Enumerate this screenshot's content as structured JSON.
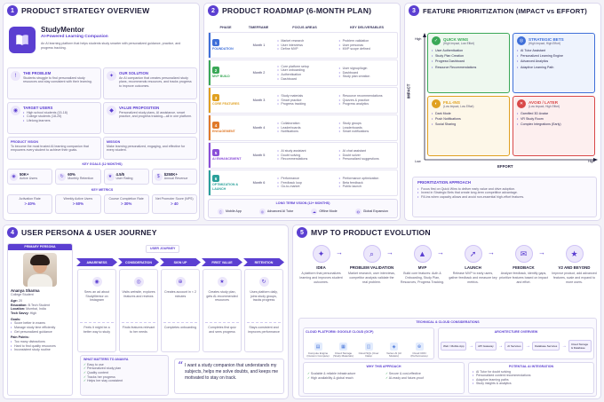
{
  "s1": {
    "num": "1",
    "title": "PRODUCT STRATEGY OVERVIEW",
    "app_name": "StudyMentor",
    "app_tagline": "AI-Powered Learning Companion",
    "app_desc": "An AI learning platform that helps students study smarter with personalized guidance, practice, and progress tracking.",
    "problem_title": "THE PROBLEM",
    "problem_text": "Students struggle to find personalized study resources and stay consistent with their learning.",
    "solution_title": "OUR SOLUTION",
    "solution_text": "An AI companion that creates personalized study plans, recommends resources, and tracks progress to improve outcomes.",
    "target_title": "TARGET USERS",
    "target_items": [
      "High school students (15-18)",
      "College students (18-25)",
      "Lifelong learners"
    ],
    "value_title": "VALUE PROPOSITION",
    "value_text": "Personalized study plans, AI assistance, smart practice, and progress tracking—all in one platform.",
    "vision_title": "PRODUCT VISION",
    "vision_text": "To become the most trusted AI learning companion that empowers every student to achieve their goals.",
    "mission_title": "MISSION",
    "mission_text": "Make learning personalized, engaging, and effective for every student.",
    "goals_title": "KEY GOALS (12 MONTHS)",
    "goals": [
      {
        "value": "50K+",
        "label": "Active Users"
      },
      {
        "value": "60%",
        "label": "Monthly Retention"
      },
      {
        "value": "4.5/5",
        "label": "User Rating"
      },
      {
        "value": "$250K+",
        "label": "Annual Revenue"
      }
    ],
    "metrics_title": "KEY METRICS",
    "metrics": [
      {
        "label": "Activation Rate",
        "value": "> 40%"
      },
      {
        "label": "Weekly Active Users",
        "value": "> 60%"
      },
      {
        "label": "Course Completion Rate",
        "value": "> 30%"
      },
      {
        "label": "Net Promoter Score (NPS)",
        "value": "> 40"
      }
    ]
  },
  "s2": {
    "num": "2",
    "title": "PRODUCT ROADMAP (6-MONTH PLAN)",
    "headers": [
      "PHASE",
      "TIMEFRAME",
      "FOCUS AREAS",
      "KEY DELIVERABLES"
    ],
    "rows": [
      {
        "n": "1",
        "phase": "FOUNDATION",
        "time": "Month 1",
        "color": "#3f6fd8",
        "focus": [
          "Market research",
          "User interviews",
          "Define MVP"
        ],
        "deliver": [
          "Problem validation",
          "User personas",
          "MVP scope defined"
        ]
      },
      {
        "n": "2",
        "phase": "MVP BUILD",
        "time": "Month 2",
        "color": "#3aa857",
        "focus": [
          "Core platform setup",
          "User onboarding",
          "Authentication",
          "Dashboard"
        ],
        "deliver": [
          "User signup/login",
          "Dashboard",
          "Study plan creation"
        ]
      },
      {
        "n": "3",
        "phase": "CORE FEATURES",
        "time": "Month 3",
        "color": "#e0a020",
        "focus": [
          "Study materials",
          "Smart practice",
          "Progress tracking"
        ],
        "deliver": [
          "Resource recommendations",
          "Quizzes & practice",
          "Progress analytics"
        ]
      },
      {
        "n": "4",
        "phase": "ENGAGEMENT",
        "time": "Month 4",
        "color": "#e07a2a",
        "focus": [
          "Collaboration",
          "Leaderboards",
          "Notifications"
        ],
        "deliver": [
          "Study groups",
          "Leaderboards",
          "Smart notifications"
        ]
      },
      {
        "n": "5",
        "phase": "AI ENHANCEMENT",
        "time": "Month 5",
        "color": "#8b4fd8",
        "focus": [
          "AI study assistant",
          "Doubt solving",
          "Recommendations"
        ],
        "deliver": [
          "AI chat assistant",
          "Doubt solver",
          "Personalized suggestions"
        ]
      },
      {
        "n": "6",
        "phase": "OPTIMIZATION & LAUNCH",
        "time": "Month 6",
        "color": "#2aa09a",
        "focus": [
          "Performance",
          "Feedback loop",
          "Go-to-market"
        ],
        "deliver": [
          "Performance optimization",
          "Beta feedback",
          "Public launch"
        ]
      }
    ],
    "vision_title": "LONG TERM VISION (12+ MONTHS)",
    "vision_items": [
      "Mobile App",
      "Advanced AI Tutor",
      "Offline Mode",
      "Global Expansion"
    ]
  },
  "s3": {
    "num": "3",
    "title": "FEATURE PRIORITIZATION (IMPACT vs EFFORT)",
    "y_label": "IMPACT",
    "x_label": "EFFORT",
    "high_y": "High",
    "low": "Low",
    "high_x": "High",
    "quadrants": [
      {
        "title": "QUICK WINS",
        "sub": "(High Impact, Low Effort)",
        "color": "#3aa857",
        "bg": "#eef8ef",
        "items": [
          "User Authentication",
          "Study Plan Creation",
          "Progress Dashboard",
          "Resource Recommendations"
        ]
      },
      {
        "title": "STRATEGIC BETS",
        "sub": "(High Impact, High Effort)",
        "color": "#3f6fd8",
        "bg": "#eef3fd",
        "items": [
          "AI Tutor Assistant",
          "Personalized Learning Engine",
          "Advanced Analytics",
          "Adaptive Learning Path"
        ]
      },
      {
        "title": "FILL-INS",
        "sub": "(Low Impact, Low Effort)",
        "color": "#e0a020",
        "bg": "#fdf7e8",
        "items": [
          "Dark Mode",
          "Push Notifications",
          "Social Sharing"
        ]
      },
      {
        "title": "AVOID / LATER",
        "sub": "(Low Impact, High Effort)",
        "color": "#d94848",
        "bg": "#fdefef",
        "items": [
          "Gamified 3D Avatar",
          "VR Study Room",
          "Complex Integrations (Early)"
        ]
      }
    ],
    "approach_title": "PRIORITIZATION APPROACH",
    "approach_items": [
      "Focus first on Quick Wins to deliver early value and drive adoption.",
      "Invest in Strategic Bets that create long-term competitive advantage.",
      "Fill-ins when capacity allows and avoid non-essential high-effort features."
    ]
  },
  "s4": {
    "num": "4",
    "title": "USER PERSONA & USER JOURNEY",
    "persona_label": "PRIMARY PERSONA",
    "name": "Ananya Sharma",
    "role": "College Student",
    "facts": [
      {
        "k": "Age:",
        "v": "20"
      },
      {
        "k": "Education:",
        "v": "B.Tech Student"
      },
      {
        "k": "Location:",
        "v": "Mumbai, India"
      },
      {
        "k": "Tech Savvy:",
        "v": "High"
      }
    ],
    "goals_title": "Goals:",
    "goals": [
      "Score better in exams",
      "Manage study time efficiently",
      "Get personalized guidance"
    ],
    "pains_title": "Pain Points:",
    "pains": [
      "Too many distractions",
      "Hard to find quality resources",
      "Inconsistent study routine"
    ],
    "journey_title": "USER JOURNEY",
    "stages": [
      {
        "name": "AWARENESS",
        "top": "Sees an ad about StudyMentor on Instagram",
        "bottom": "Feels it might be a better way to study"
      },
      {
        "name": "CONSIDERATION",
        "top": "Visits website, explores features and reviews",
        "bottom": "Finds features relevant to her needs"
      },
      {
        "name": "SIGN UP",
        "top": "Creates account in < 2 minutes",
        "bottom": "Completes onboarding"
      },
      {
        "name": "FIRST VALUE",
        "top": "Creates study plan, gets AI-recommended resources",
        "bottom": "Completes first quiz and sees progress"
      },
      {
        "name": "RETENTION",
        "top": "Uses platform daily, joins study groups, tracks progress",
        "bottom": "Stays consistent and improves performance"
      }
    ],
    "matters_title": "WHAT MATTERS TO ANANYA",
    "matters": [
      "Easy to use",
      "Personalized study plan",
      "Quality content",
      "Tracks her progress",
      "Helps her stay consistent"
    ],
    "quote": "I want a study companion that understands my subjects, helps me solve doubts, and keeps me motivated to stay on track."
  },
  "s5": {
    "num": "5",
    "title": "MVP TO PRODUCT EVOLUTION",
    "steps": [
      {
        "name": "IDEA",
        "text": "A platform that personalizes learning and improves student outcomes."
      },
      {
        "name": "PROBLEM VALIDATION",
        "text": "Market research, user interviews, competitor analysis validate the real problem."
      },
      {
        "name": "MVP",
        "text": "Build core features: Auth & Onboarding, Study Plan, Resources, Progress Tracking."
      },
      {
        "name": "LAUNCH",
        "text": "Release MVP to early users, gather feedback and measure key metrics."
      },
      {
        "name": "FEEDBACK",
        "text": "Analyze feedback, identify gaps, prioritize features based on impact and effort."
      },
      {
        "name": "V2 AND BEYOND",
        "text": "Improve product, add advanced features, scale and expand to more users."
      }
    ],
    "tech_title": "TECHNICAL & CLOUD CONSIDERATIONS",
    "cloud_title": "CLOUD PLATFORM: GOOGLE CLOUD (GCP)",
    "cloud_items": [
      "Compute Engine (Custom Compute)",
      "Cloud Storage (Study Materials)",
      "Cloud SQL (User Data)",
      "Vertex AI (AI Models)",
      "Cloud CDN (Performance)"
    ],
    "arch_title": "ARCHITECTURE OVERVIEW",
    "arch_items": [
      "Web / Mobile App",
      "API Gateway",
      "AI Services",
      "Database Services",
      "Cloud Storage & Database"
    ],
    "why_title": "WHY THIS APPROACH",
    "why_items": [
      "Scalable & reliable infrastructure",
      "Secure & cost-effective",
      "High availability & global reach",
      "AI-ready and future-proof"
    ],
    "ai_title": "POTENTIAL AI INTEGRATION",
    "ai_items": [
      "AI Tutor for doubt solving",
      "Personalized content recommendations",
      "Adaptive learning paths",
      "Study insights & analytics"
    ]
  }
}
